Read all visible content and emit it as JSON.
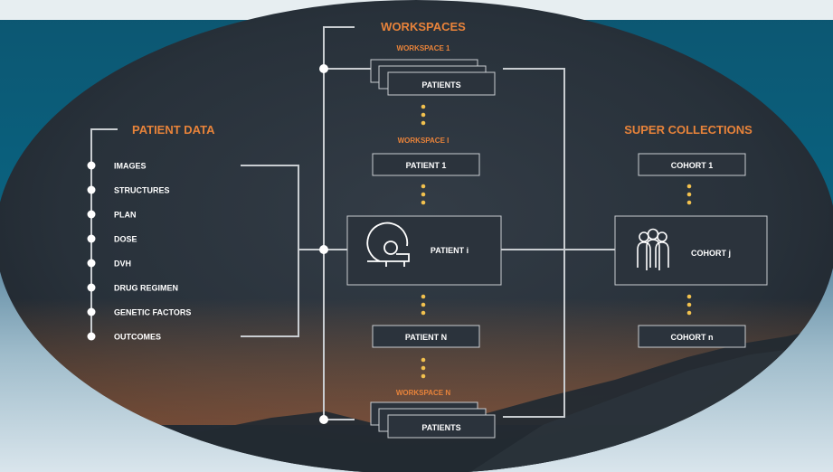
{
  "colors": {
    "accent": "#e8833a",
    "panel": "#2b333c",
    "line": "#c9cdd1",
    "text": "#ffffff"
  },
  "patient_data": {
    "heading": "PATIENT DATA",
    "items": [
      "IMAGES",
      "STRUCTURES",
      "PLAN",
      "DOSE",
      "DVH",
      "DRUG REGIMEN",
      "GENETIC FACTORS",
      "OUTCOMES"
    ]
  },
  "workspaces": {
    "heading": "WORKSPACES",
    "ws_1_label": "WORKSPACE 1",
    "ws_1_box": "PATIENTS",
    "ws_i_label": "WORKSPACE I",
    "patient_1": "PATIENT 1",
    "patient_i": "PATIENT i",
    "patient_n": "PATIENT N",
    "ws_n_label": "WORKSPACE N",
    "ws_n_box": "PATIENTS",
    "scanner_icon": "ct-scanner-icon"
  },
  "super_collections": {
    "heading": "SUPER COLLECTIONS",
    "cohort_1": "COHORT 1",
    "cohort_j": "COHORT j",
    "cohort_n": "COHORT n",
    "group_icon": "people-group-icon"
  }
}
